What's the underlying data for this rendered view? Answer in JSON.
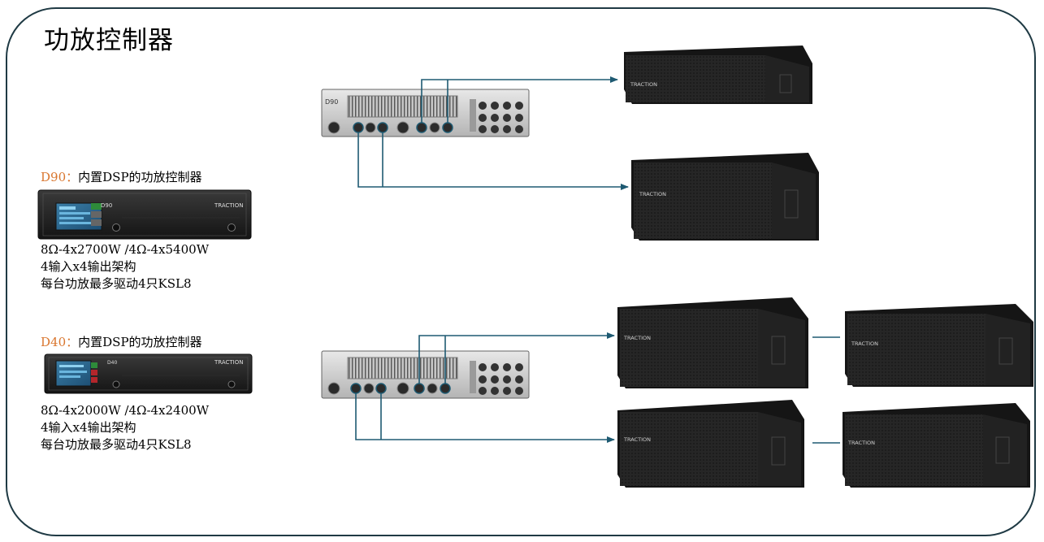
{
  "title": "功放控制器",
  "colors": {
    "connector": "#1e5a72",
    "heading_accent": "#d9762e",
    "frame": "#1f3a44"
  },
  "d90": {
    "model": "D90",
    "separator": "：",
    "desc": "内置DSP的功放控制器",
    "panel_label": "D90",
    "brand": "TRACTION",
    "specs": [
      "8Ω-4x2700W /4Ω-4x5400W",
      "4输入x4输出架构",
      "每台功放最多驱动4只KSL8"
    ]
  },
  "d40": {
    "model": "D40",
    "separator": "：",
    "desc": "内置DSP的功放控制器",
    "panel_label": "D40",
    "brand": "TRACTION",
    "specs": [
      "8Ω-4x2000W /4Ω-4x2400W",
      "4输入x4输出架构",
      "每台功放最多驱动4只KSL8"
    ]
  },
  "rear_panel_label": "D90",
  "speaker_brand": "TRACTION"
}
